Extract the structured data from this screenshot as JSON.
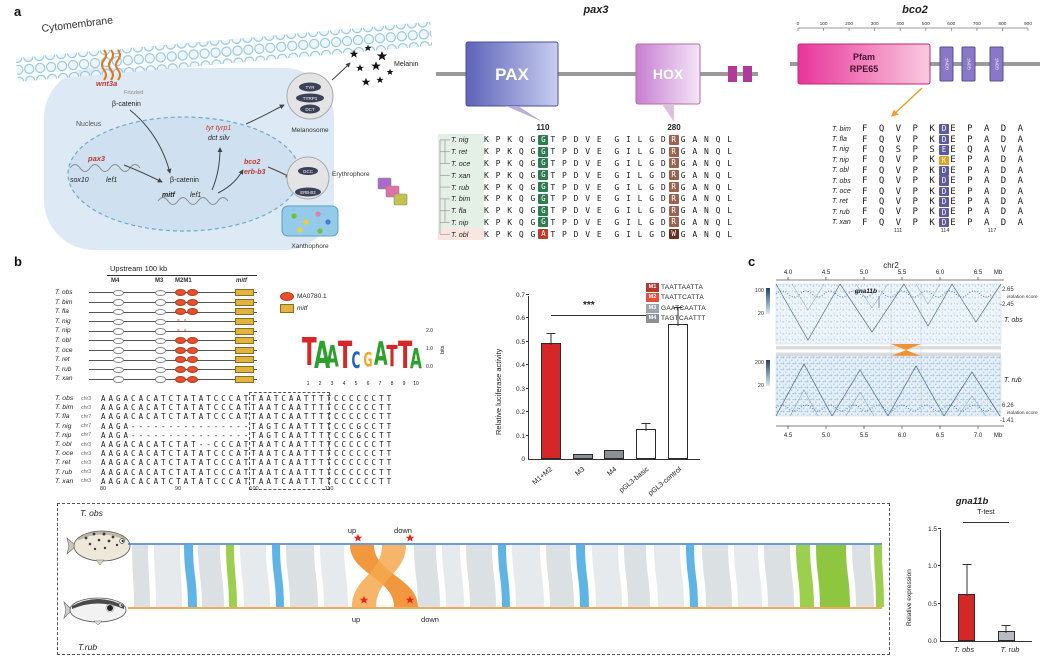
{
  "panel_labels": {
    "a": "a",
    "b": "b",
    "c": "c"
  },
  "cell": {
    "title": "Cytomembrane",
    "nucleus": "Nucleus",
    "wnt3a": "wnt3a",
    "frizzled": "Frizzled",
    "beta_catenin_1": "β-catenin",
    "beta_catenin_2": "β-catenin",
    "pax3": "pax3",
    "sox10": "sox10",
    "lef1_1": "lef1",
    "mitf": "mitf",
    "lef1_2": "lef1",
    "bco2": "bco2",
    "erbb3": "erb-b3",
    "tyr_tyrp1": "tyr  tyrp1",
    "dct_silv": "dct  silv",
    "melanin": "Melanin",
    "melanosome": "Melanosome",
    "tyr_p": "TYR",
    "tyrp1_p": "TYRP1",
    "dct_p": "DCT",
    "erythrophore": "Erythrophore",
    "gcc_p": "GCC",
    "erbb3_p": "ERB-B3",
    "xanthophore": "Xanthophore"
  },
  "pax3_panel": {
    "title": "pax3",
    "domain_pax": "PAX",
    "domain_hox": "HOX",
    "pos1": "110",
    "pos2": "280",
    "rows": [
      {
        "sp": "T. nig",
        "l": "K P K Q G",
        "h1": "G",
        "m": "T P D V E  G I L G D",
        "h2": "R",
        "r": "G A N Q L"
      },
      {
        "sp": "T. ret",
        "l": "K P K Q G",
        "h1": "G",
        "m": "T P D V E  G I L G D",
        "h2": "R",
        "r": "G A N Q L"
      },
      {
        "sp": "T. oce",
        "l": "K P K Q G",
        "h1": "G",
        "m": "T P D V E  G I L G D",
        "h2": "R",
        "r": "G A N Q L"
      },
      {
        "sp": "T. xan",
        "l": "K P K Q G",
        "h1": "G",
        "m": "T P D V E  G I L G D",
        "h2": "R",
        "r": "G A N Q L"
      },
      {
        "sp": "T. rub",
        "l": "K P K Q G",
        "h1": "G",
        "m": "T P D V E  G I L G D",
        "h2": "R",
        "r": "G A N Q L"
      },
      {
        "sp": "T. bim",
        "l": "K P K Q G",
        "h1": "G",
        "m": "T P D V E  G I L G D",
        "h2": "R",
        "r": "G A N Q L"
      },
      {
        "sp": "T. fla",
        "l": "K P K Q G",
        "h1": "G",
        "m": "T P D V E  G I L G D",
        "h2": "R",
        "r": "G A N Q L"
      },
      {
        "sp": "T. nip",
        "l": "K P K Q G",
        "h1": "G",
        "m": "T P D V E  G I L G D",
        "h2": "R",
        "r": "G A N Q L"
      },
      {
        "sp": "T. obl",
        "l": "K P K Q G",
        "h1": "A",
        "m": "T P D V E  G I L G D",
        "h2": "W",
        "r": "G A N Q L"
      }
    ]
  },
  "bco2_panel": {
    "title": "bco2",
    "scale": [
      "0",
      "100",
      "200",
      "300",
      "400",
      "500",
      "600",
      "700",
      "800",
      "900"
    ],
    "pfam_line1": "Pfam",
    "pfam_line2": "RPE65",
    "small_domain": "GDNF",
    "positions": [
      "111",
      "114",
      "117"
    ],
    "rows": [
      {
        "sp": "T. bim",
        "l": "F Q V P K",
        "h": "D",
        "r": "E P A D A"
      },
      {
        "sp": "T. fla",
        "l": "F Q V P K",
        "h": "D",
        "r": "E P A D A"
      },
      {
        "sp": "T. nig",
        "l": "F Q S P S",
        "h": "E",
        "r": "E Q A V A"
      },
      {
        "sp": "T. nip",
        "l": "F Q V P K",
        "h": "K",
        "r": "E P A D A"
      },
      {
        "sp": "T. obl",
        "l": "F Q V P K",
        "h": "D",
        "r": "E P A D A"
      },
      {
        "sp": "T. obs",
        "l": "F Q V P K",
        "h": "D",
        "r": "E P A D A"
      },
      {
        "sp": "T. oce",
        "l": "F Q V P K",
        "h": "D",
        "r": "E P A D A"
      },
      {
        "sp": "T. ret",
        "l": "F Q V P K",
        "h": "D",
        "r": "E P A D A"
      },
      {
        "sp": "T. rub",
        "l": "F Q V P K",
        "h": "D",
        "r": "E P A D A"
      },
      {
        "sp": "T. xan",
        "l": "F Q V P K",
        "h": "D",
        "r": "E P A D A"
      }
    ]
  },
  "panel_b": {
    "upstream": "Upstream 100 kb",
    "h_m4": "M4",
    "h_m3": "M3",
    "h_m2m1": "M2M1",
    "h_mitf": "mitf",
    "missing": "- -",
    "legend_ma": "MA0780.1",
    "legend_mitf": "mitf",
    "motif_species": [
      "T. obs",
      "T. bim",
      "T. fla",
      "T. nig",
      "T. nip",
      "T. obl",
      "T. oce",
      "T. ret",
      "T. rub",
      "T. xan"
    ],
    "logo": {
      "letters": [
        "T",
        "A",
        "A",
        "T",
        "C",
        "G",
        "A",
        "T",
        "T",
        "A"
      ],
      "bits": [
        1.95,
        1.9,
        1.5,
        1.9,
        1.1,
        1.0,
        1.6,
        1.5,
        1.9,
        1.4
      ],
      "positions": [
        "1",
        "2",
        "3",
        "4",
        "5",
        "6",
        "7",
        "8",
        "9",
        "10"
      ],
      "axis": [
        "2.0",
        "1.0",
        "0.0"
      ],
      "axis_label": "bits"
    },
    "ruler": [
      "80",
      "90",
      "100",
      "110"
    ],
    "align_rows": [
      {
        "sp": "T. obs",
        "chr": "chr3",
        "seq": "AAGACACATCTATATCCCATTAATCAATTTTCCCCCCTT"
      },
      {
        "sp": "T. bim",
        "chr": "chr3",
        "seq": "AAGACACATCTATATCCCATTAATCAATTTTCCCCCCTT"
      },
      {
        "sp": "T. fla",
        "chr": "chr7",
        "seq": "AAGACACATCTATATCCCATTAATCAATTTTCCCCCCTT"
      },
      {
        "sp": "T. nig",
        "chr": "chr7",
        "seq": "AAGA----------------TAGTCAATTTTCCCGCCTT"
      },
      {
        "sp": "T. nip",
        "chr": "chr7",
        "seq": "AAGA----------------TAGTCAATTTTCCCGCCTT"
      },
      {
        "sp": "T. obl",
        "chr": "chr3",
        "seq": "AAGACACATCTAT--CCCATTAATCAATTTTCCCCCCTT"
      },
      {
        "sp": "T. oce",
        "chr": "chr3",
        "seq": "AAGACACATCTATATCCCATTAATCAATTTTCCCCCCTT"
      },
      {
        "sp": "T. ret",
        "chr": "chr3",
        "seq": "AAGACACATCTATATCCCATTAATCAATTTTCCCCCCTT"
      },
      {
        "sp": "T. rub",
        "chr": "chr3",
        "seq": "AAGACACATCTATATCCCATTAATCAATTTTCCCCCCTT"
      },
      {
        "sp": "T. xan",
        "chr": "chr3",
        "seq": "AAGACACATCTATATCCCATTAATCAATTTTCCCCCCTT"
      }
    ]
  },
  "chart_data": [
    {
      "type": "bar",
      "ylabel": "Relative luciferase activity",
      "ylim": [
        0,
        0.7
      ],
      "yticks": [
        "0",
        "0.1",
        "0.2",
        "0.3",
        "0.4",
        "0.5",
        "0.6",
        "0.7"
      ],
      "categories": [
        "M1+M2",
        "M3",
        "M4",
        "pGL3-basic",
        "pGL3-control"
      ],
      "values": [
        0.5,
        0.02,
        0.04,
        0.13,
        0.58
      ],
      "errors": [
        0.05,
        0.01,
        0.02,
        0.03,
        0.08
      ],
      "bar_colors": [
        "#d62728",
        "#8a9094",
        "#8a9094",
        "#ffffff",
        "#ffffff"
      ],
      "significance": "***",
      "grid": false,
      "legend_position": "top-right",
      "legend": [
        {
          "tag": "M1",
          "seq": "TAATTAATTA",
          "color": "#b03a2e"
        },
        {
          "tag": "M2",
          "seq": "TAATTCATTA",
          "color": "#e74c3c"
        },
        {
          "tag": "M3",
          "seq": "GAATCAATTA",
          "color": "#9aa3a8"
        },
        {
          "tag": "M4",
          "seq": "TAGTCAATTT",
          "color": "#8a9094"
        }
      ]
    },
    {
      "type": "bar",
      "title": "gna11b",
      "annotation": "T-test",
      "ylabel": "Relative expression",
      "ylim": [
        0,
        1.5
      ],
      "yticks": [
        "0.0",
        "0.5",
        "1.0",
        "1.5"
      ],
      "categories": [
        "T. obs",
        "T. rub"
      ],
      "values": [
        0.63,
        0.13
      ],
      "errors": [
        0.42,
        0.06
      ],
      "bar_colors": [
        "#d62728",
        "#b8bcc0"
      ],
      "grid": false
    }
  ],
  "panel_c": {
    "chr": "chr2",
    "unit_top": "Mb",
    "unit_bottom": "Mb",
    "axis_top": [
      "4.0",
      "4.5",
      "5.0",
      "5.5",
      "6.0",
      "6.5"
    ],
    "axis_bottom": [
      "4.5",
      "5.0",
      "5.5",
      "6.0",
      "6.5",
      "7.0"
    ],
    "iso_top_hi": "2.65",
    "iso_top_lo": "-2.45",
    "iso_label_top": "isolation score",
    "iso_bot_hi": "6.26",
    "iso_bot_lo": "-1.41",
    "iso_label_bot": "isolation score",
    "cbar_top_hi": "100",
    "cbar_top_lo": "20",
    "cbar_bot_hi": "200",
    "cbar_bot_lo": "20",
    "sp_top": "T. obs",
    "sp_bot": "T. rub",
    "gene": "gna11b"
  },
  "synteny": {
    "sp_top": "T. obs",
    "sp_bot": "T.rub",
    "up1": "up",
    "down1": "down",
    "up2": "up",
    "down2": "down"
  }
}
